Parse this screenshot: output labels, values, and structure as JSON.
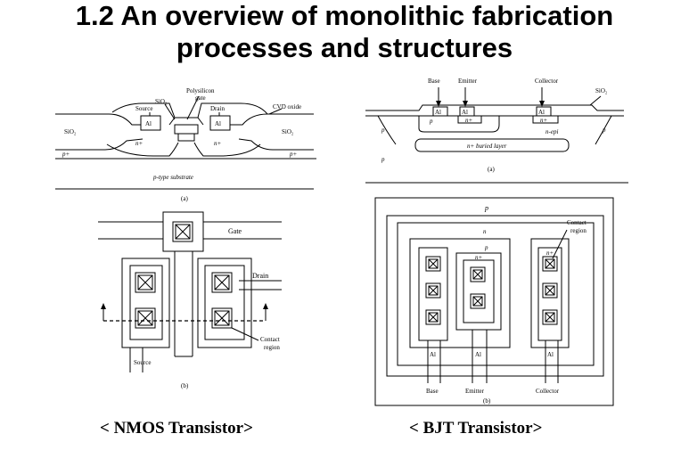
{
  "slide": {
    "title_line1": "1.2 An overview of monolithic fabrication",
    "title_line2": "processes and structures",
    "caption_nmos": "< NMOS Transistor>",
    "caption_bjt": "< BJT Transistor>"
  },
  "nmos_cross_section": {
    "polysilicon_label_1": "Polysilicon",
    "polysilicon_label_2": "gate",
    "sio2_top": "SiO₂",
    "source": "Source",
    "drain": "Drain",
    "cvd_oxide": "CVD oxide",
    "al_left": "Al",
    "al_right": "Al",
    "sio2_left": "SiO₂",
    "sio2_right": "SiO₂",
    "n_plus_left": "n+",
    "n_plus_right": "n+",
    "p_plus_left": "p+",
    "p_plus_right": "p+",
    "substrate": "p-type substrate",
    "fig_label": "(a)"
  },
  "nmos_layout": {
    "gate": "Gate",
    "drain": "Drain",
    "source": "Source",
    "contact_1": "Contact",
    "contact_2": "region",
    "fig_label": "(b)"
  },
  "bjt_cross_section": {
    "base": "Base",
    "emitter": "Emitter",
    "collector": "Collector",
    "sio2": "SiO₂",
    "al_1": "Al",
    "al_2": "Al",
    "al_3": "Al",
    "p_base": "p",
    "n_plus_emitter": "n+",
    "n_plus_collector": "n+",
    "n_epi": "n-epi",
    "buried_layer": "n+ buried layer",
    "p_left": "p",
    "p_right": "p",
    "p_bottom": "p",
    "fig_label": "(a)"
  },
  "bjt_layout": {
    "p_outer": "p",
    "n": "n",
    "p_inner": "p",
    "n_plus_emitter": "n+",
    "n_plus_collector": "n+",
    "contact_1": "Contact",
    "contact_2": "region",
    "al_1": "Al",
    "al_2": "Al",
    "al_3": "Al",
    "base": "Base",
    "emitter": "Emitter",
    "collector": "Collector",
    "fig_label": "(b)"
  }
}
